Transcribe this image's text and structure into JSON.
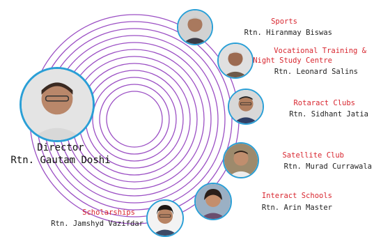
{
  "colors": {
    "ring": "#9b4fc4",
    "photo_border": "#2a9fd6",
    "role_text": "#d8262f",
    "name_text": "#222222"
  },
  "director": {
    "title": "Director",
    "name": "Rtn. Gautam Doshi"
  },
  "members": [
    {
      "role": "Sports",
      "name": "Rtn. Hiranmay Biswas"
    },
    {
      "role": "Vocational Training &",
      "role2": "Night Study Centre",
      "name": "Rtn. Leonard Salins"
    },
    {
      "role": "Rotaract Clubs",
      "name": "Rtn. Sidhant Jatia"
    },
    {
      "role": "Satellite Club",
      "name": "Rtn. Murad Currawala"
    },
    {
      "role": "Interact Schools",
      "name": "Rtn. Arin Master"
    },
    {
      "role": "Scholarships",
      "name": "Rtn. Jamshyd Vazifdar"
    }
  ]
}
